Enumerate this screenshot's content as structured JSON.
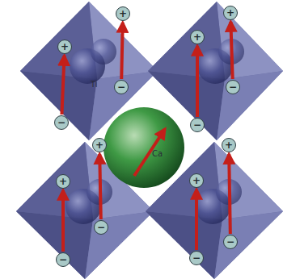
{
  "diagram": {
    "nodes": [
      {
        "text": [
          "+"
        ]
      },
      {
        "text": [
          "+"
        ]
      },
      {
        "text": [
          "+"
        ]
      },
      {
        "text": [
          "+"
        ]
      },
      {
        "text": [
          "−"
        ]
      },
      {
        "text": [
          "−"
        ]
      },
      {
        "text": [
          "−"
        ]
      },
      {
        "text": [
          "−"
        ]
      },
      {
        "text": [
          "+"
        ]
      },
      {
        "text": [
          "+"
        ]
      },
      {
        "text": [
          "+"
        ]
      },
      {
        "text": [
          "+"
        ]
      },
      {
        "text": [
          "−"
        ]
      },
      {
        "text": [
          "−"
        ]
      },
      {
        "text": [
          "−"
        ]
      },
      {
        "text": [
          "−"
        ]
      }
    ],
    "edges": [
      {
        "from": 4,
        "to": 0,
        "arrow": "to"
      },
      {
        "from": 5,
        "to": 1,
        "arrow": "to"
      },
      {
        "from": 7,
        "to": 2,
        "arrow": "to"
      },
      {
        "from": 6,
        "to": 3,
        "arrow": "to"
      },
      {
        "from": 12,
        "to": 8,
        "arrow": "to"
      },
      {
        "from": 13,
        "to": 9,
        "arrow": "to"
      },
      {
        "from": 14,
        "to": 10,
        "arrow": "to"
      },
      {
        "from": 15,
        "to": 11,
        "arrow": "to"
      }
    ],
    "labels": [
      "Ti",
      "Ca"
    ]
  }
}
